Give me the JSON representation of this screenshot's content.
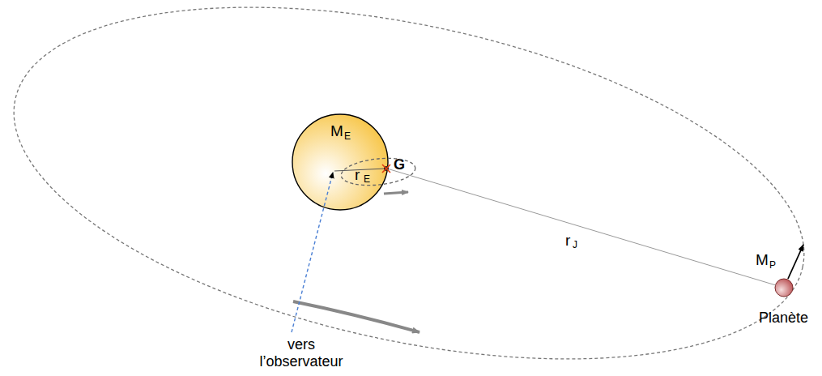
{
  "diagram": {
    "nodes": [
      {
        "text": [
          "M",
          "E"
        ]
      },
      {
        "text": [
          "M",
          "P",
          "Planète"
        ]
      }
    ],
    "labels": [
      "r",
      "E",
      "G",
      "r",
      "J",
      "vers l’observateur"
    ]
  }
}
